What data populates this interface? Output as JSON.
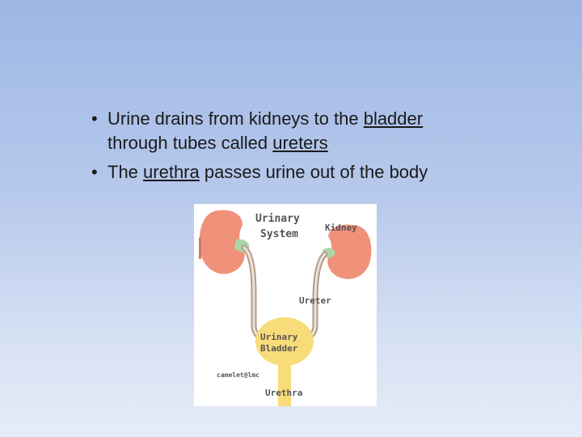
{
  "bullets": [
    {
      "parts": [
        {
          "text": "Urine drains from kidneys to the ",
          "underline": false
        },
        {
          "text": "bladder",
          "underline": true
        },
        {
          "text": " through tubes called ",
          "underline": false
        },
        {
          "text": "ureters",
          "underline": true
        }
      ]
    },
    {
      "parts": [
        {
          "text": "The ",
          "underline": false
        },
        {
          "text": "urethra",
          "underline": true
        },
        {
          "text": " passes urine out of the body",
          "underline": false
        }
      ]
    }
  ],
  "bullet_glyph": "•",
  "figure": {
    "title_line1": "Urinary",
    "title_line2": "System",
    "kidney_label": "Kidney",
    "ureter_label": "Ureter",
    "bladder_line1": "Urinary",
    "bladder_line2": "Bladder",
    "credit": "camelet@lmc",
    "urethra_label": "Urethra",
    "colors": {
      "kidney": "#f0917a",
      "kidney_dark": "#c97a66",
      "ureter": "#b79a86",
      "bladder": "#f9dc7a",
      "junction": "#a8d8a8"
    }
  }
}
